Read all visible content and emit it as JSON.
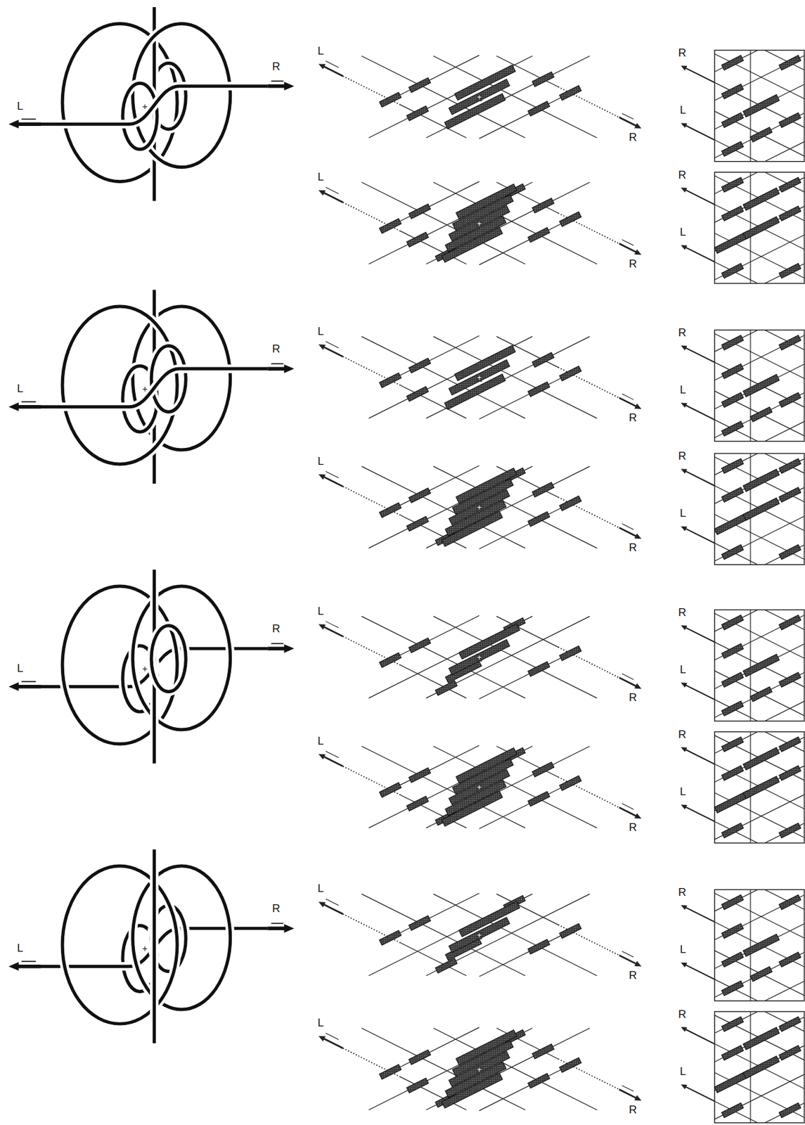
{
  "diagram": {
    "labels": [
      "L",
      "+",
      "R",
      "L",
      "+",
      "R",
      "L",
      "+",
      "R",
      "R",
      "L",
      "R",
      "L",
      "L",
      "+",
      "R",
      "L",
      "+",
      "R",
      "L",
      "+",
      "R",
      "R",
      "L",
      "R",
      "L",
      "L",
      "+",
      "R",
      "L",
      "+",
      "R",
      "L",
      "+",
      "R",
      "R",
      "L",
      "R",
      "L",
      "L",
      "+",
      "R",
      "L",
      "+",
      "R",
      "L",
      "+",
      "R",
      "R",
      "L",
      "R",
      "L"
    ]
  }
}
